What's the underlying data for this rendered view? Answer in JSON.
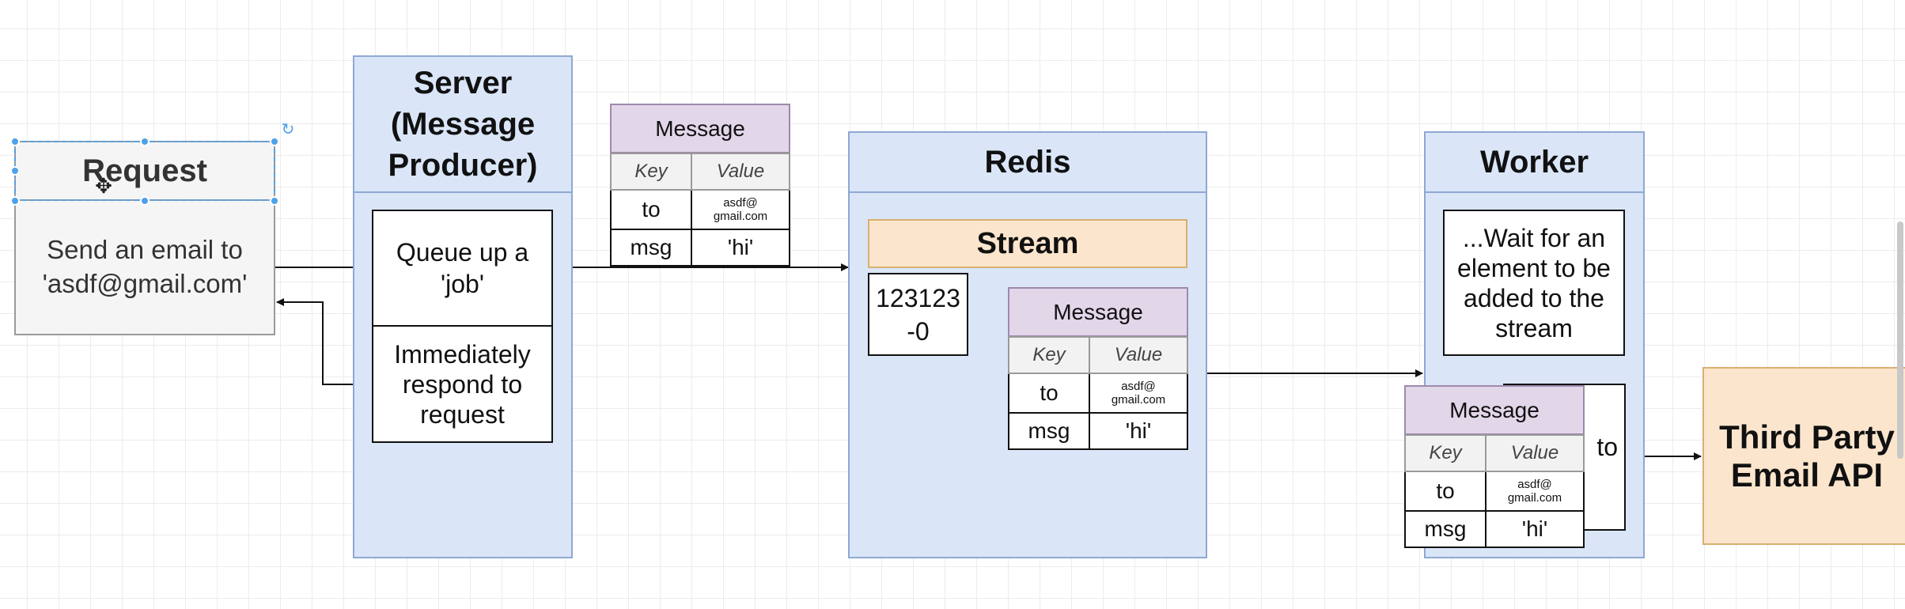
{
  "request": {
    "title": "Request",
    "body": "Send an email to 'asdf@gmail.com'"
  },
  "server": {
    "title": "Server (Message Producer)",
    "queue": "Queue up a 'job'",
    "respond": "Immediately respond to request"
  },
  "message_table": {
    "title": "Message",
    "key_header": "Key",
    "value_header": "Value",
    "rows": [
      {
        "key": "to",
        "value": "asdf@ gmail.com"
      },
      {
        "key": "msg",
        "value": "'hi'"
      }
    ]
  },
  "redis": {
    "title": "Redis",
    "stream": "Stream",
    "entry_id": "123123-0"
  },
  "worker": {
    "title": "Worker",
    "wait": "...Wait for an element to be added to the stream",
    "partial_label": "to"
  },
  "third_party": {
    "title": "Third Party Email API"
  },
  "colors": {
    "panel_fill": "#dae6f8",
    "panel_border": "#8ea8d2",
    "message_header": "#e2d6e9",
    "stream_fill": "#fce5cd",
    "api_fill": "#fce5cd",
    "selection": "#4ea1ea"
  }
}
